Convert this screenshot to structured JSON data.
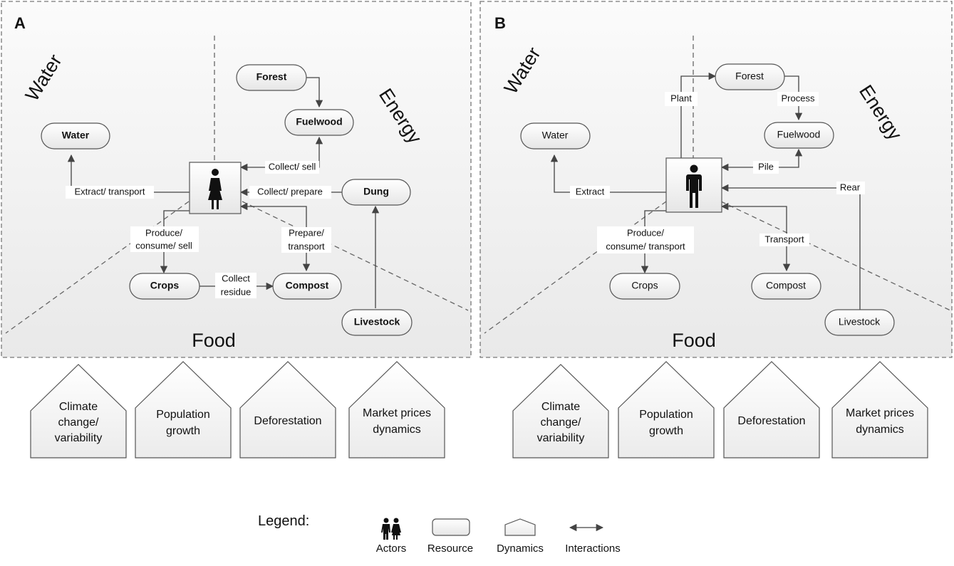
{
  "panels": [
    {
      "letter": "A",
      "sectors": {
        "water": "Water",
        "energy": "Energy",
        "food": "Food"
      },
      "actor": "woman-icon",
      "resources": {
        "forest": "Forest",
        "fuelwood": "Fuelwood",
        "water": "Water",
        "dung": "Dung",
        "crops": "Crops",
        "compost": "Compost",
        "livestock": "Livestock"
      },
      "edges": {
        "collect_sell": "Collect/ sell",
        "extract_transport": "Extract/ transport",
        "collect_prepare": "Collect/ prepare",
        "produce_1": "Produce/",
        "produce_2": "consume/ sell",
        "prepare_1": "Prepare/",
        "prepare_2": "transport",
        "collect_residue_1": "Collect",
        "collect_residue_2": "residue"
      },
      "dynamics": [
        [
          "Climate",
          "change/",
          "variability"
        ],
        [
          "Population",
          "growth"
        ],
        [
          "Deforestation"
        ],
        [
          "Market prices",
          "dynamics"
        ]
      ]
    },
    {
      "letter": "B",
      "sectors": {
        "water": "Water",
        "energy": "Energy",
        "food": "Food"
      },
      "actor": "man-icon",
      "resources": {
        "forest": "Forest",
        "fuelwood": "Fuelwood",
        "water": "Water",
        "crops": "Crops",
        "compost": "Compost",
        "livestock": "Livestock"
      },
      "edges": {
        "plant": "Plant",
        "process": "Process",
        "pile": "Pile",
        "extract": "Extract",
        "rear": "Rear",
        "produce_1": "Produce/",
        "produce_2": "consume/ transport",
        "transport": "Transport"
      },
      "dynamics": [
        [
          "Climate",
          "change/",
          "variability"
        ],
        [
          "Population",
          "growth"
        ],
        [
          "Deforestation"
        ],
        [
          "Market prices",
          "dynamics"
        ]
      ]
    }
  ],
  "legend": {
    "title": "Legend:",
    "items": [
      "Actors",
      "Resource",
      "Dynamics",
      "Interactions"
    ]
  }
}
